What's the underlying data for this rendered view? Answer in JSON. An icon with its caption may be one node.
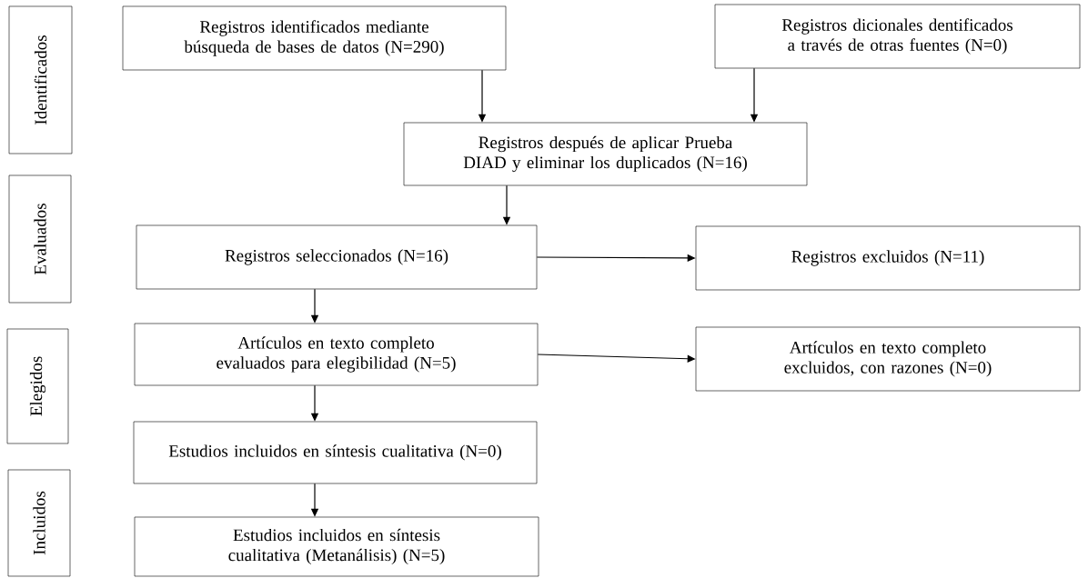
{
  "diagram": {
    "nodes": [
      {
        "text": [
          "Identificados"
        ]
      },
      {
        "text": [
          "Evaluados"
        ]
      },
      {
        "text": [
          "Elegidos"
        ]
      },
      {
        "text": [
          "Incluidos"
        ]
      },
      {
        "text": [
          "Registros identificados mediante búsqueda de bases de datos (N=290)"
        ]
      },
      {
        "text": [
          "Registros dicionales dentificados a través de otras fuentes (N=0)"
        ]
      },
      {
        "text": [
          "Registros después de aplicar Prueba DIAD y eliminar los duplicados (N=16)"
        ]
      },
      {
        "text": [
          "Registros seleccionados (N=16)"
        ]
      },
      {
        "text": [
          "Registros excluidos (N=11)"
        ]
      },
      {
        "text": [
          "Artículos en texto completo evaluados para elegibilidad (N=5)"
        ]
      },
      {
        "text": [
          "Artículos en texto completo excluidos, con razones (N=0)"
        ]
      },
      {
        "text": [
          "Estudios incluidos en síntesis cualitativa (N=0)"
        ]
      },
      {
        "text": [
          "Estudios incluidos en síntesis cualitativa (Metanálisis) (N=5)"
        ]
      }
    ],
    "edges": [
      {
        "from": 4,
        "to": 6,
        "arrow": "to"
      },
      {
        "from": 5,
        "to": 6,
        "arrow": "to"
      },
      {
        "from": 6,
        "to": 7,
        "arrow": "to"
      },
      {
        "from": 7,
        "to": 8,
        "arrow": "to"
      },
      {
        "from": 7,
        "to": 9,
        "arrow": "to"
      },
      {
        "from": 9,
        "to": 10,
        "arrow": "to"
      },
      {
        "from": 9,
        "to": 11,
        "arrow": "to"
      },
      {
        "from": 11,
        "to": 12,
        "arrow": "to"
      }
    ]
  }
}
